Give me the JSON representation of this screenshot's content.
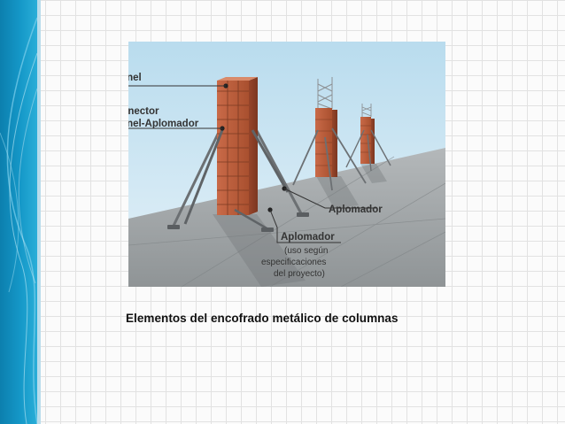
{
  "diagram": {
    "labels": {
      "panel": "Panel",
      "connector_line1": "Conector",
      "connector_line2": "Panel-Aplomador",
      "aplomador": "Aplomador",
      "aplomador2_title": "Aplomador",
      "aplomador2_line1": "(uso según",
      "aplomador2_line2": "especificaciones",
      "aplomador2_line3": "del proyecto)"
    }
  },
  "caption": "Elementos del encofrado metálico de columnas",
  "colors": {
    "accent_band": "#1598c8",
    "panel_brick": "#b65a3c",
    "sky": "#c9e3f2",
    "floor": "#9ea3a5"
  }
}
